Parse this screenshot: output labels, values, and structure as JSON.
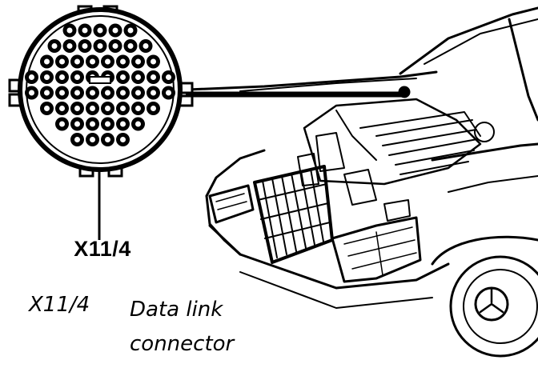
{
  "diagram": {
    "callout_label": "X11/4",
    "legend": [
      {
        "code": "X11/4",
        "description": "Data link\nconnector"
      }
    ]
  },
  "colors": {
    "ink": "#000000",
    "paper": "#ffffff"
  },
  "connector": {
    "row_counts": [
      5,
      7,
      8,
      10,
      10,
      8,
      6,
      4
    ]
  }
}
